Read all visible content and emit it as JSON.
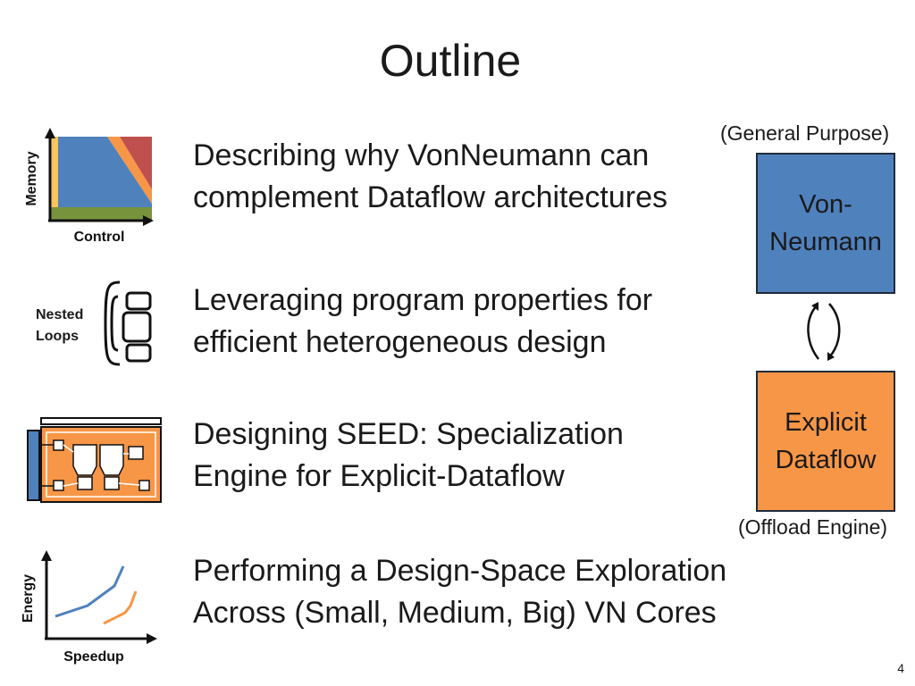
{
  "slide": {
    "title": "Outline",
    "page_number": "4"
  },
  "items": [
    {
      "line1": "Describing why VonNeumann can",
      "line2": "complement Dataflow architectures"
    },
    {
      "line1": "Leveraging program properties for",
      "line2": "efficient heterogeneous design"
    },
    {
      "line1": "Designing SEED: Specialization",
      "line2": "Engine for Explicit-Dataflow"
    },
    {
      "line1": "Performing a Design-Space Exploration",
      "line2": "Across (Small, Medium, Big) VN Cores"
    }
  ],
  "icons": {
    "memory_control": {
      "ylabel": "Memory",
      "xlabel": "Control"
    },
    "nested_loops": {
      "line1": "Nested",
      "line2": "Loops"
    },
    "energy_speedup": {
      "ylabel": "Energy",
      "xlabel": "Speedup"
    }
  },
  "diagram": {
    "top_caption": "(General Purpose)",
    "vn_box": {
      "line1": "Von-",
      "line2": "Neumann",
      "color": "#4f81bd"
    },
    "df_box": {
      "line1": "Explicit",
      "line2": "Dataflow",
      "color": "#f79646"
    },
    "bottom_caption": "(Offload Engine)"
  }
}
